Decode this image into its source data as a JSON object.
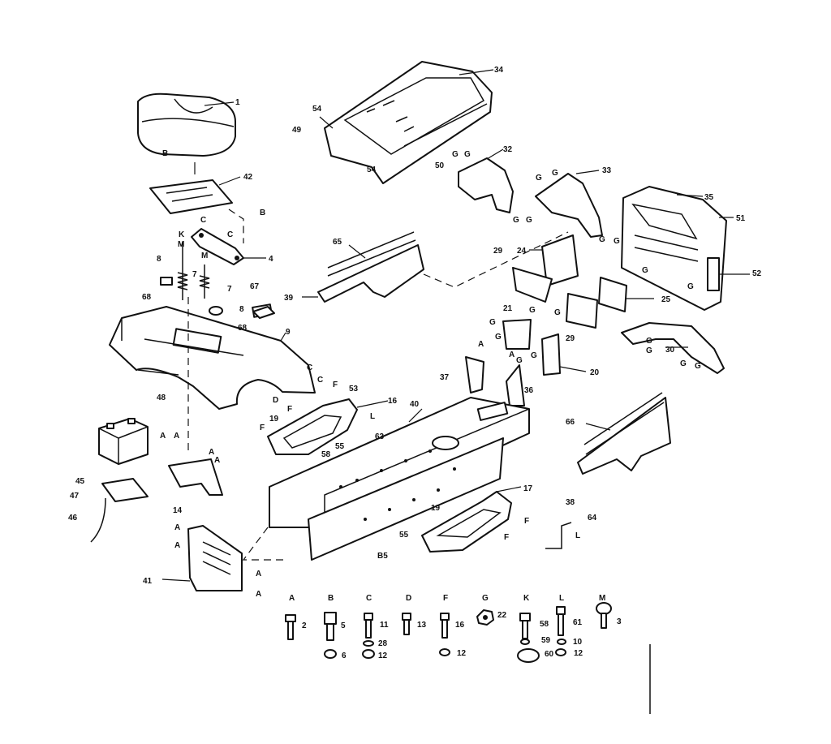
{
  "callouts": {
    "c1": "1",
    "c2": "2",
    "c3": "3",
    "c4": "4",
    "c5": "5",
    "c6": "6",
    "c7a": "7",
    "c7b": "7",
    "c8a": "8",
    "c8b": "8",
    "c9": "9",
    "c10": "10",
    "c11": "11",
    "c12a": "12",
    "c12b": "12",
    "c12c": "12",
    "c13": "13",
    "c14": "14",
    "c16a": "16",
    "c16b": "16",
    "c17": "17",
    "c19a": "19",
    "c19b": "19",
    "c20": "20",
    "c21": "21",
    "c22": "22",
    "c24": "24",
    "c25": "25",
    "c28": "28",
    "c29a": "29",
    "c29b": "29",
    "c30": "30",
    "c32": "32",
    "c33": "33",
    "c34": "34",
    "c35": "35",
    "c36": "36",
    "c37": "37",
    "c38": "38",
    "c39": "39",
    "c40": "40",
    "c41": "41",
    "c42": "42",
    "c45": "45",
    "c46": "46",
    "c47": "47",
    "c48": "48",
    "c49": "49",
    "c50": "50",
    "c51": "51",
    "c52": "52",
    "c53": "53",
    "c54a": "54",
    "c54b": "54",
    "c55a": "55",
    "c55b": "55",
    "c58a": "58",
    "c58b": "58",
    "c59": "59",
    "c60": "60",
    "c61": "61",
    "c63": "63",
    "c64": "64",
    "c65": "65",
    "c66": "66",
    "c67": "67",
    "c68a": "68",
    "c68b": "68"
  },
  "letters": {
    "B1": "B",
    "B2": "B",
    "C1": "C",
    "C2": "C",
    "C3": "C",
    "C4": "C",
    "K1": "K",
    "M1": "M",
    "M2": "M",
    "A1": "A",
    "A2": "A",
    "A3": "A",
    "A4": "A",
    "A5": "A",
    "A6": "A",
    "A7": "A",
    "A8": "A",
    "A9": "A",
    "A10": "A",
    "D1": "D",
    "F1": "F",
    "F2": "F",
    "F3": "F",
    "F4": "F",
    "F5": "F",
    "L1": "L",
    "L2": "L",
    "G1": "G",
    "G2": "G",
    "G3": "G",
    "G4": "G",
    "G5": "G",
    "G6": "G",
    "G7": "G",
    "G8": "G",
    "G9": "G",
    "G10": "G",
    "G11": "G",
    "G12": "G",
    "G13": "G",
    "G14": "G",
    "G15": "G",
    "G16": "G",
    "G17": "G",
    "G18": "G",
    "G19": "G",
    "G20": "G"
  },
  "code": "B5",
  "hardware_key": {
    "headers": [
      "A",
      "B",
      "C",
      "D",
      "F",
      "G",
      "K",
      "L",
      "M"
    ],
    "items": [
      "2",
      "5",
      "6",
      "11",
      "28",
      "12",
      "13",
      "16",
      "12",
      "22",
      "58",
      "59",
      "60",
      "61",
      "10",
      "12",
      "3"
    ]
  }
}
